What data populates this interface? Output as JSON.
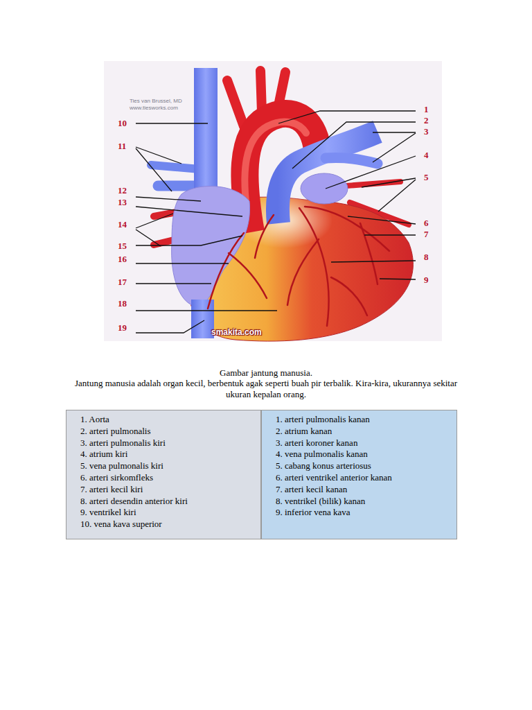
{
  "diagram": {
    "caption": "Gambar jantung manusia.",
    "nodes": [
      {
        "text": [
          "1. Aorta",
          "2. arteri pulmonalis",
          "3. arteri pulmonalis kiri",
          "4. atrium kiri",
          "5. vena pulmonalis kiri",
          "6. arteri sirkomfleks",
          "7. arteri kecil kiri",
          "8. arteri desendin anterior kiri",
          "9. ventrikel kiri",
          "10. vena kava superior"
        ]
      },
      {
        "text": [
          "1. arteri pulmonalis kanan",
          "2. atrium kanan",
          "3. arteri koroner kanan",
          "4. vena pulmonalis kanan",
          "5. cabang konus arteriosus",
          "6. arteri ventrikel anterior kanan",
          "7. arteri kecil kanan",
          "8. ventrikel (bilik) kanan",
          "9. inferior vena kava"
        ]
      }
    ],
    "labels": [
      "Ties van Brussel, MD",
      "www.tiesworks.com",
      "1",
      "2",
      "3",
      "4",
      "5",
      "6",
      "7",
      "8",
      "9",
      "10",
      "11",
      "12",
      "13",
      "14",
      "15",
      "16",
      "17",
      "18",
      "19",
      "smakita.com",
      "Jantung manusia adalah organ kecil, berbentuk agak seperti buah pir terbalik. Kira-kira, ukurannya sekitar ukuran kepalan orang."
    ]
  }
}
